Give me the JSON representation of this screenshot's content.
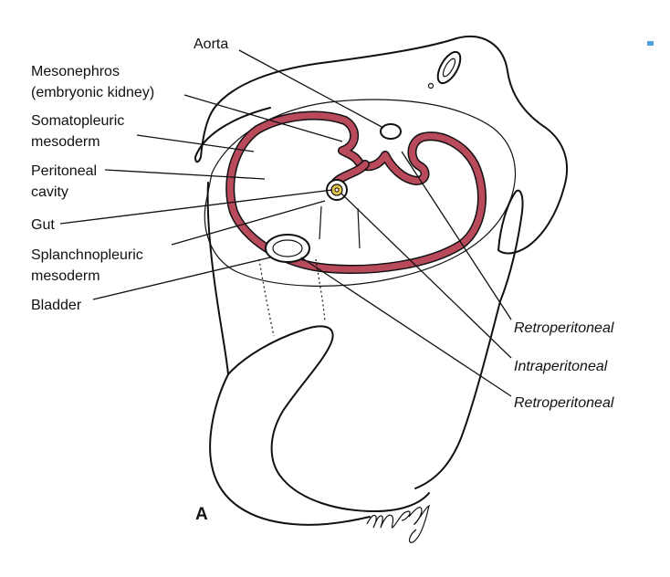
{
  "labels": {
    "aorta": "Aorta",
    "mesonephros_1": "Mesonephros",
    "mesonephros_2": "(embryonic kidney)",
    "somatopleuric_1": "Somatopleuric",
    "somatopleuric_2": "mesoderm",
    "peritoneal_1": "Peritoneal",
    "peritoneal_2": "cavity",
    "gut": "Gut",
    "splanchnopleuric_1": "Splanchnopleuric",
    "splanchnopleuric_2": "mesoderm",
    "bladder": "Bladder",
    "retro_1": "Retroperitoneal",
    "intra": "Intraperitoneal",
    "retro_2": "Retroperitoneal",
    "panel_letter": "A"
  },
  "signature": "mcg",
  "colors": {
    "peritoneum": "#b84a5c",
    "gut_fill": "#e3c44a",
    "corner_mark": "#4aa3df"
  }
}
